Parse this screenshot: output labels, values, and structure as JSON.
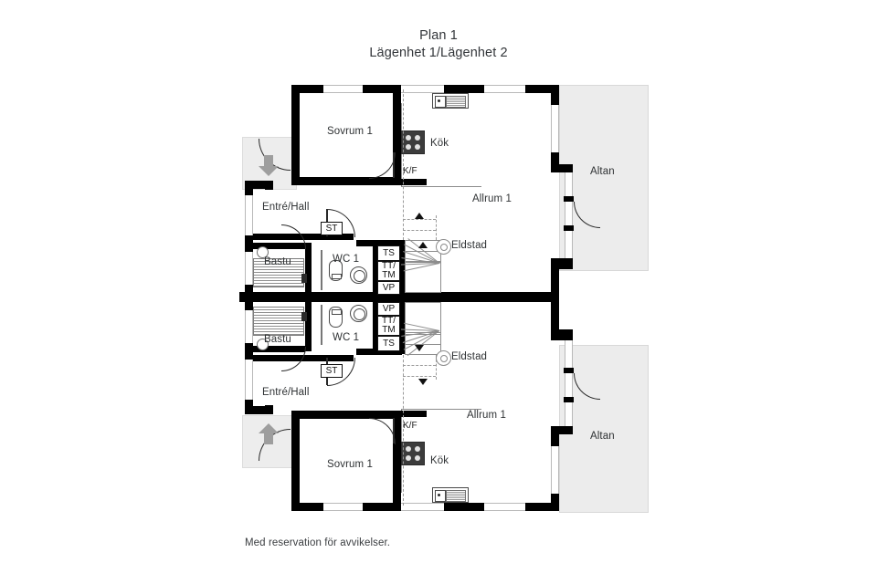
{
  "header": {
    "title": "Plan 1",
    "subtitle": "Lägenhet 1/Lägenhet 2"
  },
  "footer": {
    "disclaimer": "Med reservation för avvikelser."
  },
  "floorplan": {
    "unit_top": {
      "rooms": [
        {
          "key": "sovrum",
          "label": "Sovrum 1"
        },
        {
          "key": "kok",
          "label": "Kök"
        },
        {
          "key": "allrum",
          "label": "Allrum 1"
        },
        {
          "key": "altan",
          "label": "Altan"
        },
        {
          "key": "entre",
          "label": "Entré/Hall"
        },
        {
          "key": "bastu",
          "label": "Bastu"
        },
        {
          "key": "wc",
          "label": "WC 1"
        }
      ],
      "annotations": [
        {
          "key": "kf",
          "label": "K/F"
        },
        {
          "key": "st",
          "label": "ST"
        },
        {
          "key": "ts",
          "label": "TS"
        },
        {
          "key": "ttm",
          "label": "TT/"
        },
        {
          "key": "ttm2",
          "label": "TM"
        },
        {
          "key": "vp",
          "label": "VP"
        },
        {
          "key": "eldstad",
          "label": "Eldstad"
        }
      ]
    },
    "unit_bottom": {
      "rooms": [
        {
          "key": "sovrum",
          "label": "Sovrum 1"
        },
        {
          "key": "kok",
          "label": "Kök"
        },
        {
          "key": "allrum",
          "label": "Allrum 1"
        },
        {
          "key": "altan",
          "label": "Altan"
        },
        {
          "key": "entre",
          "label": "Entré/Hall"
        },
        {
          "key": "bastu",
          "label": "Bastu"
        },
        {
          "key": "wc",
          "label": "WC 1"
        }
      ],
      "annotations": [
        {
          "key": "kf",
          "label": "K/F"
        },
        {
          "key": "st",
          "label": "ST"
        },
        {
          "key": "ts",
          "label": "TS"
        },
        {
          "key": "ttm",
          "label": "TT/"
        },
        {
          "key": "ttm2",
          "label": "TM"
        },
        {
          "key": "vp",
          "label": "VP"
        },
        {
          "key": "eldstad",
          "label": "Eldstad"
        }
      ]
    },
    "colors": {
      "wall": "#000000",
      "deck": "#ececec",
      "window": "#b9b9b9",
      "text": "#2f3234",
      "background": "#ffffff"
    }
  }
}
